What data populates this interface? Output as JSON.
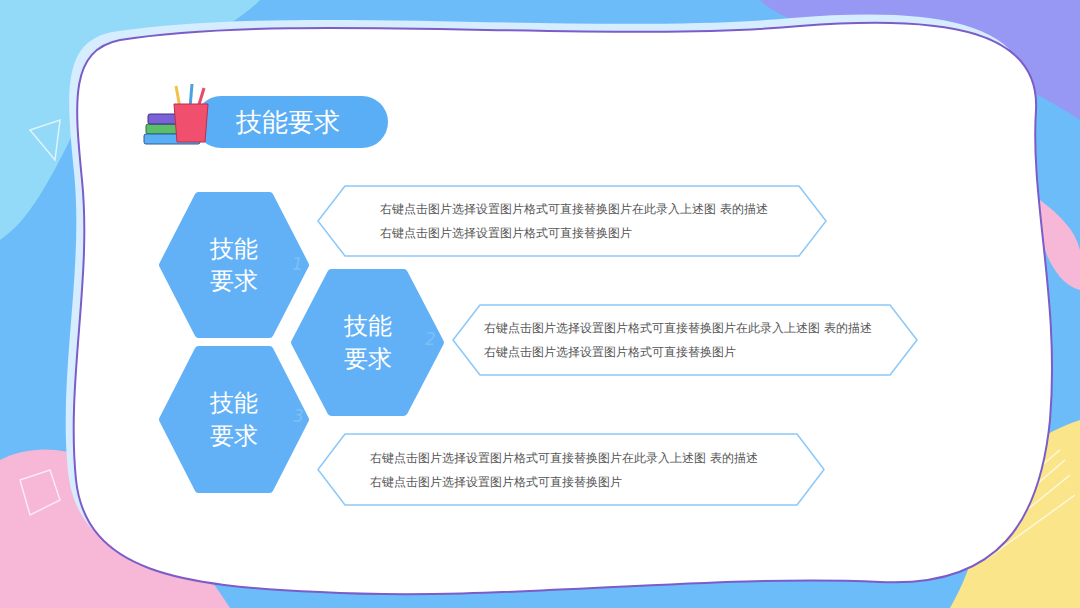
{
  "diagram": {
    "title": "技能要求",
    "nodes": [
      {
        "text": [
          "技能 要求"
        ]
      },
      {
        "text": [
          "右键点击图片选择设置图片格式可直接替换图片在此录入上述图 表的描述右键点击图片选择设置图片格式可直接替换图片"
        ]
      },
      {
        "text": [
          "技能 要求"
        ]
      },
      {
        "text": [
          "右键点击图片选择设置图片格式可直接替换图片在此录入上述图 表的描述右键点击图片选择设置图片格式可直接替换图片"
        ]
      },
      {
        "text": [
          "技能 要求"
        ]
      },
      {
        "text": [
          "右键点击图片选择设置图片格式可直接替换图片在此录入上述图 表的描述右键点击图片选择设置图片格式可直接替换图片"
        ]
      }
    ],
    "labels": [
      "1",
      "2",
      "3"
    ]
  }
}
